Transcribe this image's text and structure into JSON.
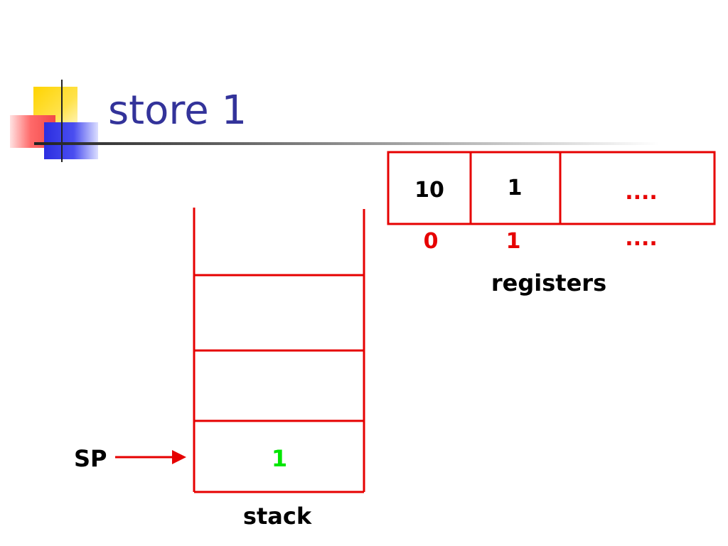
{
  "slide": {
    "title": "store 1"
  },
  "registers": {
    "cells": [
      "10",
      "1",
      "...."
    ],
    "indices": [
      "0",
      "1",
      "...."
    ],
    "caption": "registers"
  },
  "stack": {
    "cells": [
      "",
      "",
      "",
      "1"
    ],
    "caption": "stack",
    "pointer_label": "SP"
  },
  "colors": {
    "outline": "#e60000",
    "title": "#33339a",
    "top_value": "#00e600",
    "index_text": "#e60000"
  }
}
